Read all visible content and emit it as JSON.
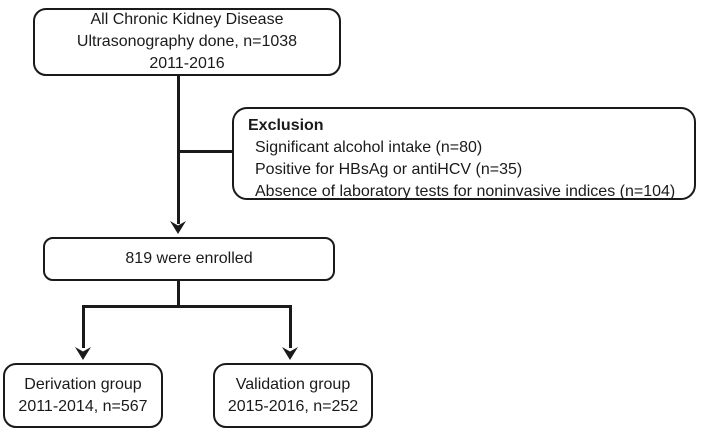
{
  "diagram": {
    "top_box": {
      "line1": "All Chronic Kidney Disease",
      "line2": "Ultrasonography done, n=1038",
      "line3": "2011-2016"
    },
    "exclusion_box": {
      "title": "Exclusion",
      "item1": "Significant alcohol intake (n=80)",
      "item2": "Positive for HBsAg or antiHCV (n=35)",
      "item3": "Absence of laboratory tests for noninvasive indices (n=104)"
    },
    "enrolled_box": {
      "label": "819 were enrolled"
    },
    "derivation_box": {
      "line1": "Derivation group",
      "line2": "2011-2014, n=567"
    },
    "validation_box": {
      "line1": "Validation group",
      "line2": "2015-2016, n=252"
    },
    "colors": {
      "line": "#1a1a1a",
      "background": "#ffffff",
      "text": "#1a1a1a"
    }
  }
}
